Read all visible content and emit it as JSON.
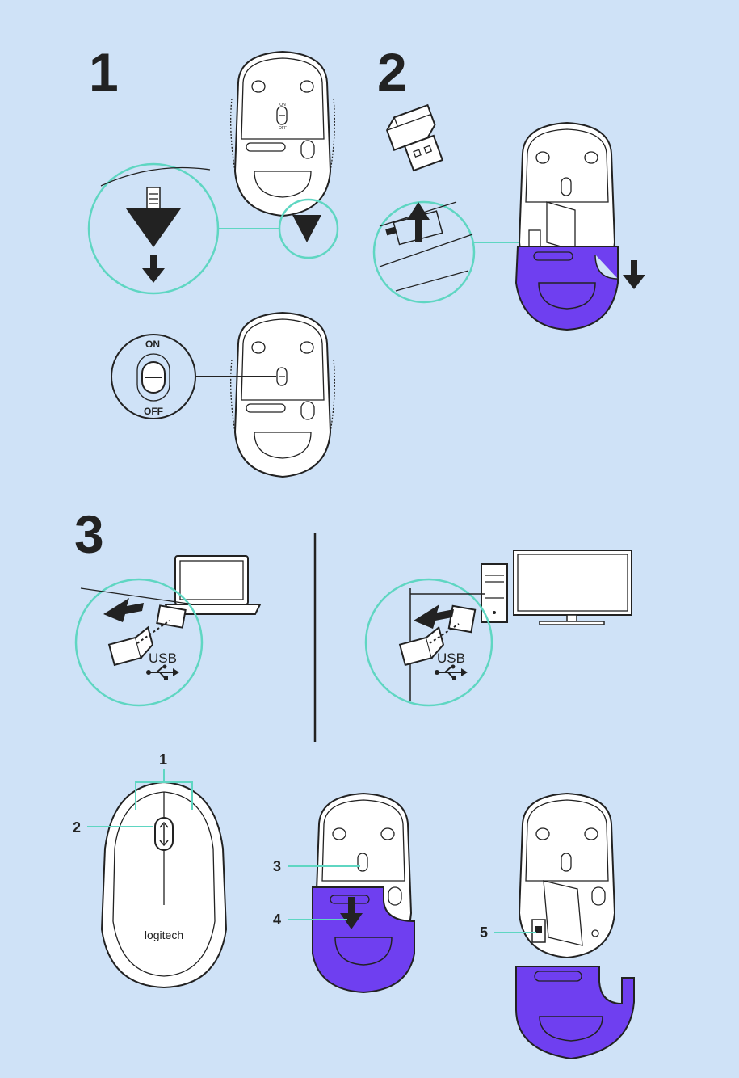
{
  "steps": {
    "step1": "1",
    "step2": "2",
    "step3": "3"
  },
  "switch_labels": {
    "on": "ON",
    "off": "OFF",
    "small_on": "ON",
    "small_off": "OFF"
  },
  "usb": {
    "label": "USB"
  },
  "brand": {
    "logo": "logitech"
  },
  "callouts": {
    "c1": "1",
    "c2": "2",
    "c3": "3",
    "c4": "4",
    "c5": "5"
  },
  "colors": {
    "background": "#cfe2f7",
    "teal": "#5fd6c2",
    "purple": "#6f3ff0",
    "line": "#222222"
  },
  "icons": [
    "down-arrow-icon",
    "up-arrow-icon",
    "usb-symbol-icon",
    "laptop-icon",
    "desktop-computer-icon",
    "monitor-icon",
    "usb-receiver-icon"
  ]
}
